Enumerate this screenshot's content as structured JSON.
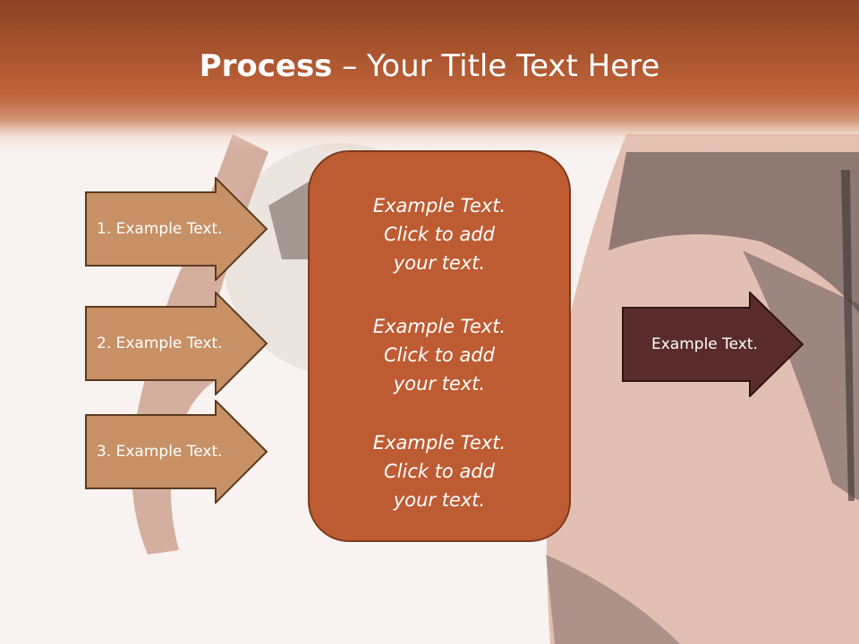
{
  "slide": {
    "title_bold": "Process",
    "title_rest": " – Your Title Text Here"
  },
  "left_arrows": [
    {
      "label": "1. Example Text."
    },
    {
      "label": "2. Example Text."
    },
    {
      "label": "3. Example Text."
    }
  ],
  "center_box": {
    "paragraphs": [
      "Example Text.\nClick  to add\nyour text.",
      "Example Text.\nClick  to add\nyour text.",
      "Example Text.\nClick  to add\nyour text."
    ]
  },
  "right_arrow": {
    "label": "Example Text."
  },
  "colors": {
    "header": "#a5522c",
    "left_arrow_fill": "#c79065",
    "center_box_fill": "#bd5c33",
    "right_arrow_fill": "#5a2b2b"
  }
}
